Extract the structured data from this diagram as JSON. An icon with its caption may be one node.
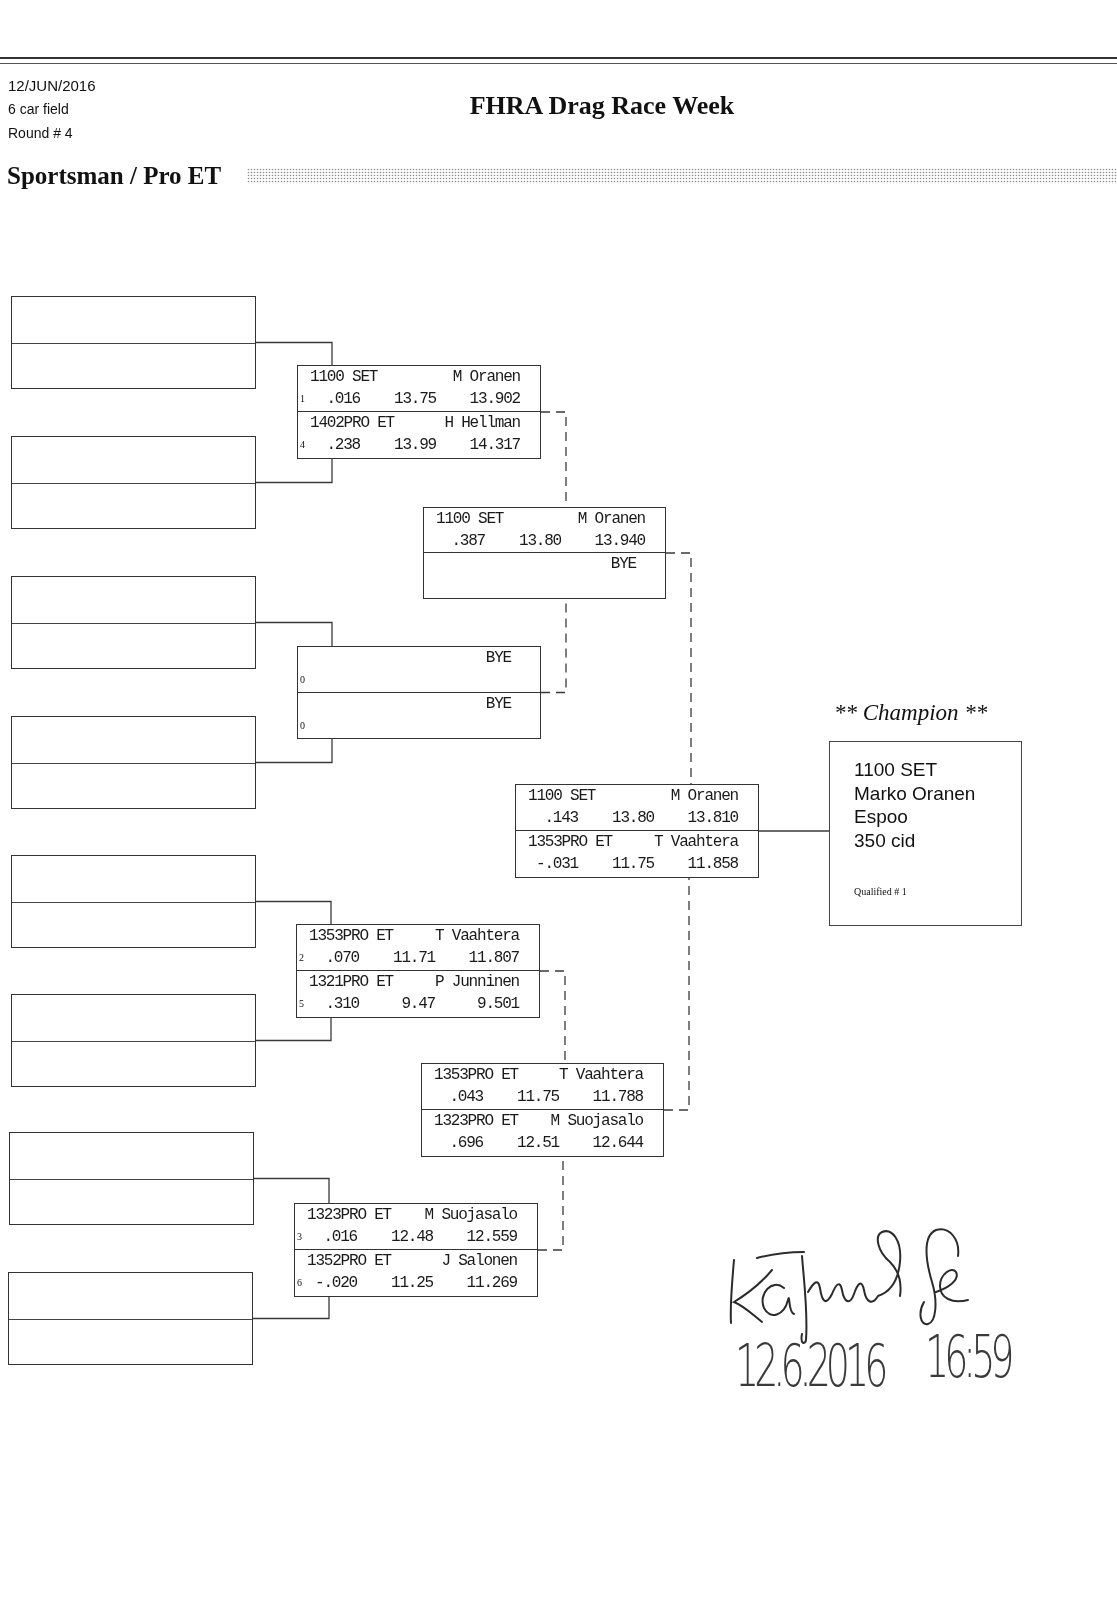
{
  "diagram": {
    "title": "FHRA Drag Race Week",
    "nodes": [
      {
        "text": [],
        "shape": "box"
      },
      {
        "text": [],
        "shape": "box"
      },
      {
        "text": [],
        "shape": "box"
      },
      {
        "text": [],
        "shape": "box"
      },
      {
        "text": [],
        "shape": "box"
      },
      {
        "text": [],
        "shape": "box"
      },
      {
        "text": [],
        "shape": "box"
      },
      {
        "text": [],
        "shape": "box"
      },
      {
        "text": [],
        "shape": "box"
      },
      {
        "text": [
          "1100 SET",
          "M Oranen",
          "1",
          ".016",
          "13.75",
          "13.902"
        ],
        "in": 8
      },
      {
        "text": [
          "1402PRO ET",
          "H Hellman",
          "4",
          ".238",
          "13.99",
          "14.317"
        ],
        "in": 8
      },
      {
        "text": [],
        "shape": "box"
      },
      {
        "text": [
          "BYE",
          "0"
        ],
        "in": 11
      },
      {
        "text": [
          "BYE",
          "0"
        ],
        "in": 11
      },
      {
        "text": [],
        "shape": "box"
      },
      {
        "text": [
          "1353PRO ET",
          "T Vaahtera",
          "2",
          ".070",
          "11.71",
          "11.807"
        ],
        "in": 14
      },
      {
        "text": [
          "1321PRO ET",
          "P Junninen",
          "5",
          ".310",
          "9.47",
          "9.501"
        ],
        "in": 14
      },
      {
        "text": [],
        "shape": "box"
      },
      {
        "text": [
          "1323PRO ET",
          "M Suojasalo",
          "3",
          ".016",
          "12.48",
          "12.559"
        ],
        "in": 17
      },
      {
        "text": [
          "1352PRO ET",
          "J Salonen",
          "6",
          "-.020",
          "11.25",
          "11.269"
        ],
        "in": 17
      },
      {
        "text": [],
        "shape": "box"
      },
      {
        "text": [
          "1100 SET",
          "M Oranen",
          ".387",
          "13.80",
          "13.940"
        ],
        "in": 20
      },
      {
        "text": [
          "BYE"
        ],
        "in": 20
      },
      {
        "text": [],
        "shape": "box"
      },
      {
        "text": [
          "1353PRO ET",
          "T Vaahtera",
          ".043",
          "11.75",
          "11.788"
        ],
        "in": 23
      },
      {
        "text": [
          "1323PRO ET",
          "M Suojasalo",
          ".696",
          "12.51",
          "12.644"
        ],
        "in": 23
      },
      {
        "text": [],
        "shape": "box"
      },
      {
        "text": [
          "1100 SET",
          "M Oranen",
          ".143",
          "13.80",
          "13.810"
        ],
        "in": 26
      },
      {
        "text": [
          "1353PRO ET",
          "T Vaahtera",
          "-.031",
          "11.75",
          "11.858"
        ],
        "in": 26
      },
      {
        "text": [
          "** Champion **",
          "1100 SET",
          "Marko Oranen",
          "Espoo",
          "350 cid",
          "Qualified # 1"
        ]
      }
    ],
    "edges": [
      {
        "from": 0,
        "to": 9,
        "arrow": "none"
      },
      {
        "from": 1,
        "to": 10,
        "arrow": "none"
      },
      {
        "from": 2,
        "to": 12,
        "arrow": "none"
      },
      {
        "from": 3,
        "to": 13,
        "arrow": "none"
      },
      {
        "from": 4,
        "to": 15,
        "arrow": "none"
      },
      {
        "from": 5,
        "to": 16,
        "arrow": "none"
      },
      {
        "from": 6,
        "to": 18,
        "arrow": "none"
      },
      {
        "from": 7,
        "to": 19,
        "arrow": "none"
      },
      {
        "from": 8,
        "to": 21,
        "arrow": "none",
        "style": "dashed"
      },
      {
        "from": 11,
        "to": 22,
        "arrow": "none",
        "style": "dashed"
      },
      {
        "from": 14,
        "to": 24,
        "arrow": "none",
        "style": "dashed"
      },
      {
        "from": 17,
        "to": 25,
        "arrow": "none",
        "style": "dashed"
      },
      {
        "from": 20,
        "to": 27,
        "arrow": "none",
        "style": "dashed"
      },
      {
        "from": 23,
        "to": 28,
        "arrow": "none",
        "style": "dashed"
      },
      {
        "from": 26,
        "to": 29,
        "arrow": "none"
      }
    ],
    "labels": [
      "12/JUN/2016",
      "6 car field",
      "Round # 4",
      "Sportsman / Pro ET",
      "12.6.2016",
      "16:59"
    ]
  }
}
